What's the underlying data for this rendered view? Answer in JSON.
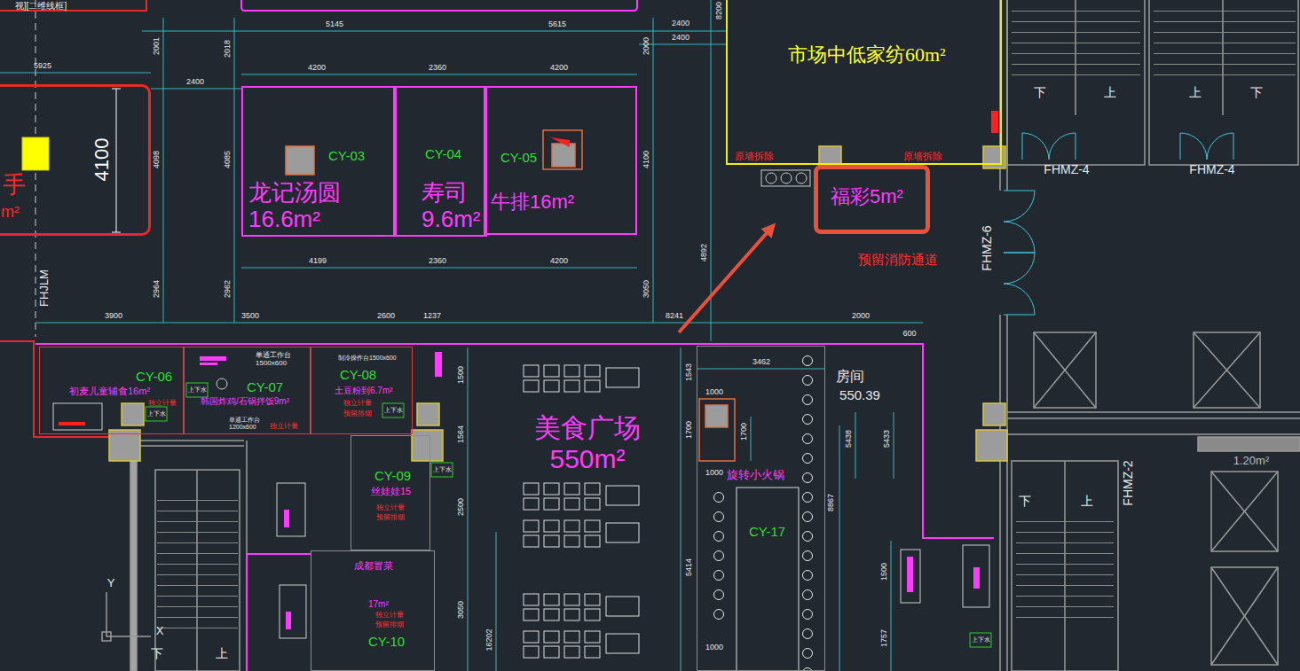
{
  "diagram": {
    "nodes": [
      {
        "text": [
          "市场中低家纺60m²"
        ]
      },
      {
        "text": [
          "手",
          "m²"
        ]
      },
      {
        "text": [
          "CY-03",
          "龙记汤圆 16.6m²"
        ]
      },
      {
        "text": [
          "CY-04",
          "寿司 9.6m²"
        ]
      },
      {
        "text": [
          "CY-05",
          "牛排16m²"
        ]
      },
      {
        "text": [
          "福彩5m²"
        ]
      },
      {
        "text": [
          "初麦儿童辅食16m²",
          "CY-06",
          "独立计量"
        ]
      },
      {
        "text": [
          "单通工作台 1500x600",
          "CY-07",
          "韩国炸鸡/石锅拌饭9m²",
          "单通工作台 1200x600",
          "独立计量"
        ]
      },
      {
        "text": [
          "制冷操作台1500x600",
          "CY-08",
          "土豆粉到6.7m²",
          "独立计量",
          "预留排烟"
        ]
      },
      {
        "text": [
          "旋转小火锅",
          "CY-17"
        ]
      },
      {
        "text": [
          "CY-09",
          "丝娃娃15",
          "独立计量",
          "预留排烟"
        ]
      },
      {
        "text": [
          "成都冒菜",
          "17m²",
          "独立计量",
          "预留排烟",
          "CY-10"
        ]
      }
    ],
    "labels": [
      "视][二维线框]",
      "5145",
      "5615",
      "2400",
      "2400",
      "8200",
      "2001",
      "2018",
      "2000",
      "5925",
      "2400",
      "4200",
      "2360",
      "4200",
      "4098",
      "4085",
      "4100",
      "4100",
      "4199",
      "2360",
      "4200",
      "2964",
      "2962",
      "3050",
      "4892",
      "FHJLM",
      "3900",
      "3500",
      "2600",
      "1237",
      "8241",
      "2000",
      "600",
      "3462",
      "1500",
      "1543",
      "1000",
      "1700",
      "1700",
      "1564",
      "1000",
      "2500",
      "5414",
      "3050",
      "16202",
      "1000",
      "5438",
      "5433",
      "8867",
      "1500",
      "1757",
      "原墙拆除",
      "原墙拆除",
      "预留消防通道",
      "FHMZ-4",
      "FHMZ-4",
      "FHMZ-6",
      "FHMZ-2",
      "下",
      "上",
      "上",
      "下",
      "下",
      "上",
      "下",
      "上",
      "1.20m²",
      "美食广场 550m²",
      "房间",
      "550.39",
      "上下水",
      "上下水",
      "上下水",
      "上下水",
      "上下水",
      "Y",
      "X"
    ]
  }
}
